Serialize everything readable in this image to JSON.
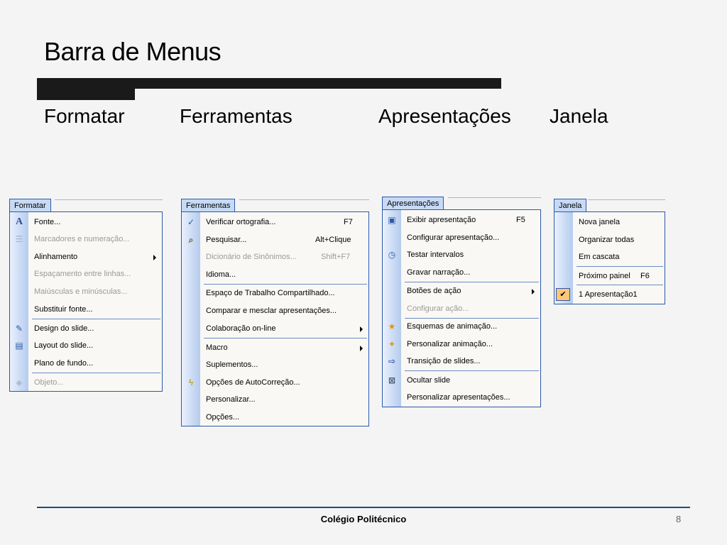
{
  "slide": {
    "title": "Barra de Menus",
    "headings": [
      "Formatar",
      "Ferramentas",
      "Apresentações",
      "Janela"
    ],
    "footer": "Colégio Politécnico",
    "page_number": "8"
  },
  "menus": {
    "formatar": {
      "title": "Formatar",
      "items": [
        {
          "label": "Fonte...",
          "icon": "font-icon",
          "glyph": "A",
          "disabled": false
        },
        {
          "label": "Marcadores e numeração...",
          "icon": "bullets-icon",
          "glyph": "☰",
          "disabled": true
        },
        {
          "label": "Alinhamento",
          "icon": "",
          "glyph": "",
          "disabled": false,
          "submenu": true
        },
        {
          "label": "Espaçamento entre linhas...",
          "icon": "",
          "glyph": "",
          "disabled": true
        },
        {
          "label": "Maiúsculas e minúsculas...",
          "icon": "",
          "glyph": "",
          "disabled": true
        },
        {
          "label": "Substituir fonte...",
          "icon": "",
          "glyph": "",
          "disabled": false
        },
        {
          "label": "Design do slide...",
          "icon": "slide-design-icon",
          "glyph": "✎",
          "disabled": false
        },
        {
          "label": "Layout do slide...",
          "icon": "slide-layout-icon",
          "glyph": "▤",
          "disabled": false
        },
        {
          "label": "Plano de fundo...",
          "icon": "",
          "glyph": "",
          "disabled": false
        },
        {
          "label": "Objeto...",
          "icon": "object-icon",
          "glyph": "◈",
          "disabled": true
        }
      ]
    },
    "ferramentas": {
      "title": "Ferramentas",
      "items": [
        {
          "label": "Verificar ortografia...",
          "shortcut": "F7",
          "icon": "spelling-icon",
          "glyph": "✓",
          "disabled": false
        },
        {
          "label": "Pesquisar...",
          "shortcut": "Alt+Clique",
          "icon": "research-icon",
          "glyph": "⌕",
          "disabled": false
        },
        {
          "label": "Dicionário de Sinônimos...",
          "shortcut": "Shift+F7",
          "icon": "",
          "glyph": "",
          "disabled": true
        },
        {
          "label": "Idioma...",
          "shortcut": "",
          "icon": "",
          "glyph": "",
          "disabled": false
        },
        {
          "label": "Espaço de Trabalho Compartilhado...",
          "shortcut": "",
          "icon": "",
          "glyph": "",
          "disabled": false
        },
        {
          "label": "Comparar e mesclar apresentações...",
          "shortcut": "",
          "icon": "",
          "glyph": "",
          "disabled": false
        },
        {
          "label": "Colaboração on-line",
          "shortcut": "",
          "icon": "",
          "glyph": "",
          "disabled": false,
          "submenu": true
        },
        {
          "label": "Macro",
          "shortcut": "",
          "icon": "",
          "glyph": "",
          "disabled": false,
          "submenu": true
        },
        {
          "label": "Suplementos...",
          "shortcut": "",
          "icon": "",
          "glyph": "",
          "disabled": false
        },
        {
          "label": "Opções de AutoCorreção...",
          "shortcut": "",
          "icon": "autocorrect-icon",
          "glyph": "ϟ",
          "disabled": false
        },
        {
          "label": "Personalizar...",
          "shortcut": "",
          "icon": "",
          "glyph": "",
          "disabled": false
        },
        {
          "label": "Opções...",
          "shortcut": "",
          "icon": "",
          "glyph": "",
          "disabled": false
        }
      ]
    },
    "apresentacoes": {
      "title": "Apresentações",
      "items": [
        {
          "label": "Exibir apresentação",
          "shortcut": "F5",
          "icon": "slideshow-icon",
          "glyph": "▣",
          "disabled": false
        },
        {
          "label": "Configurar apresentação...",
          "shortcut": "",
          "icon": "",
          "glyph": "",
          "disabled": false
        },
        {
          "label": "Testar intervalos",
          "shortcut": "",
          "icon": "rehearse-timings-icon",
          "glyph": "◷",
          "disabled": false
        },
        {
          "label": "Gravar narração...",
          "shortcut": "",
          "icon": "",
          "glyph": "",
          "disabled": false
        },
        {
          "label": "Botões de ação",
          "shortcut": "",
          "icon": "",
          "glyph": "",
          "disabled": false,
          "submenu": true
        },
        {
          "label": "Configurar ação...",
          "shortcut": "",
          "icon": "",
          "glyph": "",
          "disabled": true
        },
        {
          "label": "Esquemas de animação...",
          "shortcut": "",
          "icon": "animation-schemes-icon",
          "glyph": "★",
          "disabled": false
        },
        {
          "label": "Personalizar animação...",
          "shortcut": "",
          "icon": "custom-animation-icon",
          "glyph": "✦",
          "disabled": false
        },
        {
          "label": "Transição de slides...",
          "shortcut": "",
          "icon": "slide-transition-icon",
          "glyph": "⇨",
          "disabled": false
        },
        {
          "label": "Ocultar slide",
          "shortcut": "",
          "icon": "hide-slide-icon",
          "glyph": "⊠",
          "disabled": false
        },
        {
          "label": "Personalizar apresentações...",
          "shortcut": "",
          "icon": "",
          "glyph": "",
          "disabled": false
        }
      ]
    },
    "janela": {
      "title": "Janela",
      "items": [
        {
          "label": "Nova janela",
          "shortcut": "",
          "checked": false
        },
        {
          "label": "Organizar todas",
          "shortcut": "",
          "checked": false
        },
        {
          "label": "Em cascata",
          "shortcut": "",
          "checked": false
        },
        {
          "label": "Próximo painel",
          "shortcut": "F6",
          "checked": false
        },
        {
          "label": "1 Apresentação1",
          "shortcut": "",
          "checked": true,
          "check_glyph": "✔"
        }
      ]
    }
  }
}
